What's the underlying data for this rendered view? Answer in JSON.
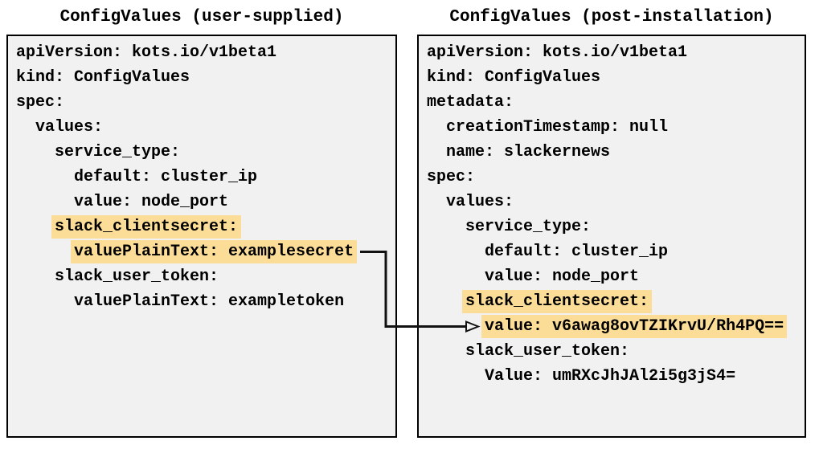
{
  "colors": {
    "page_bg": "#ffffff",
    "panel_bg": "#f1f1f1",
    "panel_border": "#000000",
    "text": "#000000",
    "highlight": "#fbdd97",
    "arrow": "#111111"
  },
  "panels": [
    {
      "id": "user-supplied",
      "title": "ConfigValues (user-supplied)",
      "lines": [
        {
          "indent": 0,
          "text": "apiVersion: kots.io/v1beta1",
          "highlight": false
        },
        {
          "indent": 0,
          "text": "kind: ConfigValues",
          "highlight": false
        },
        {
          "indent": 0,
          "text": "spec:",
          "highlight": false
        },
        {
          "indent": 2,
          "text": "values:",
          "highlight": false
        },
        {
          "indent": 4,
          "text": "service_type:",
          "highlight": false
        },
        {
          "indent": 6,
          "text": "default: cluster_ip",
          "highlight": false
        },
        {
          "indent": 6,
          "text": "value: node_port",
          "highlight": false
        },
        {
          "indent": 4,
          "text": "slack_clientsecret:",
          "highlight": true
        },
        {
          "indent": 6,
          "text": "valuePlainText: examplesecret",
          "highlight": true
        },
        {
          "indent": 4,
          "text": "slack_user_token:",
          "highlight": false
        },
        {
          "indent": 6,
          "text": "valuePlainText: exampletoken",
          "highlight": false
        }
      ]
    },
    {
      "id": "post-installation",
      "title": "ConfigValues (post-installation)",
      "lines": [
        {
          "indent": 0,
          "text": "apiVersion: kots.io/v1beta1",
          "highlight": false
        },
        {
          "indent": 0,
          "text": "kind: ConfigValues",
          "highlight": false
        },
        {
          "indent": 0,
          "text": "metadata:",
          "highlight": false
        },
        {
          "indent": 2,
          "text": "creationTimestamp: null",
          "highlight": false
        },
        {
          "indent": 2,
          "text": "name: slackernews",
          "highlight": false
        },
        {
          "indent": 0,
          "text": "spec:",
          "highlight": false
        },
        {
          "indent": 2,
          "text": "values:",
          "highlight": false
        },
        {
          "indent": 4,
          "text": "service_type:",
          "highlight": false
        },
        {
          "indent": 6,
          "text": "default: cluster_ip",
          "highlight": false
        },
        {
          "indent": 6,
          "text": "value: node_port",
          "highlight": false
        },
        {
          "indent": 4,
          "text": "slack_clientsecret:",
          "highlight": true
        },
        {
          "indent": 6,
          "text": "value: v6awag8ovTZIKrvU/Rh4PQ==",
          "highlight": true
        },
        {
          "indent": 4,
          "text": "slack_user_token:",
          "highlight": false
        },
        {
          "indent": 6,
          "text": "Value: umRXcJhJAl2i5g3jS4=",
          "highlight": false
        }
      ]
    }
  ],
  "connector": {
    "from_text": "valuePlainText: examplesecret",
    "to_text": "value: v6awag8ovTZIKrvU/Rh4PQ==",
    "shape": "elbow-arrow-right"
  }
}
